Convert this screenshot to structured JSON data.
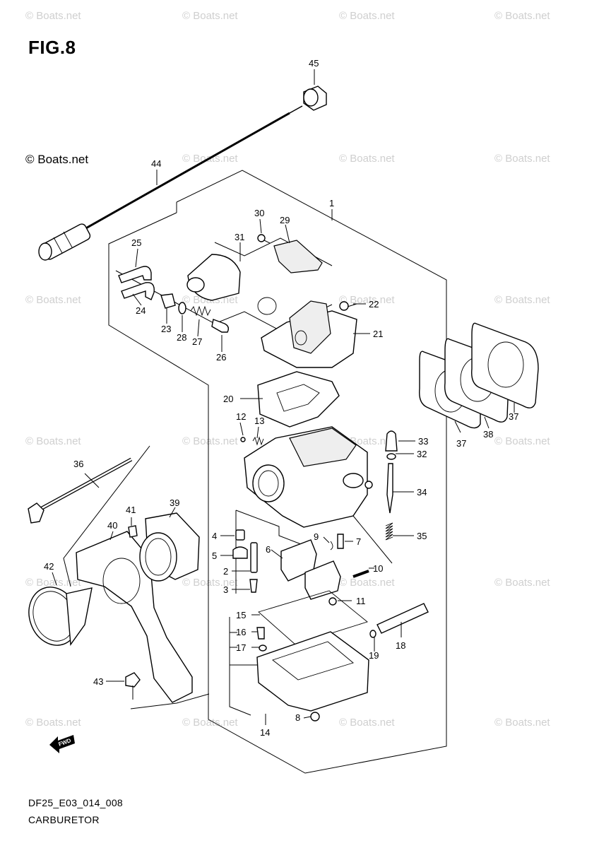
{
  "figure": {
    "title": "FIG.8"
  },
  "copyright": "© Boats.net",
  "watermark": "© Boats.net",
  "footer": {
    "code": "DF25_E03_014_008",
    "name": "CARBURETOR"
  },
  "fwd_label": "FWD",
  "callouts": [
    "1",
    "2",
    "3",
    "4",
    "5",
    "6",
    "7",
    "8",
    "9",
    "10",
    "11",
    "12",
    "13",
    "14",
    "15",
    "16",
    "17",
    "18",
    "19",
    "20",
    "21",
    "22",
    "23",
    "24",
    "25",
    "26",
    "27",
    "28",
    "29",
    "30",
    "31",
    "32",
    "33",
    "34",
    "35",
    "36",
    "37",
    "38",
    "39",
    "40",
    "41",
    "42",
    "43",
    "44",
    "45"
  ]
}
